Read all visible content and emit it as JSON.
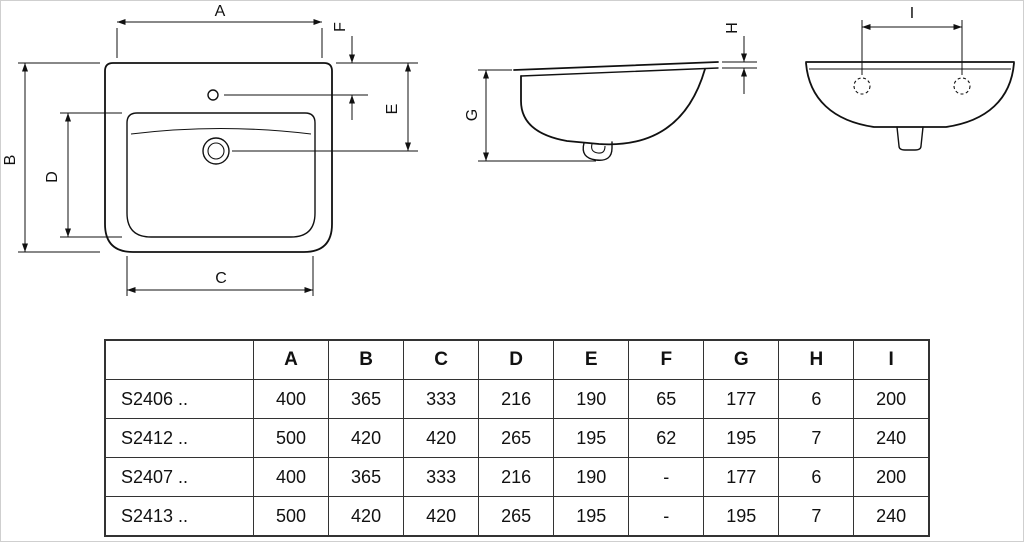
{
  "diagram": {
    "labels": {
      "A": "A",
      "B": "B",
      "C": "C",
      "D": "D",
      "E": "E",
      "F": "F",
      "G": "G",
      "H": "H",
      "I": "I"
    },
    "line_color": "#111111"
  },
  "table": {
    "headers": [
      "A",
      "B",
      "C",
      "D",
      "E",
      "F",
      "G",
      "H",
      "I"
    ],
    "rows": [
      {
        "model": "S2406 ..",
        "values": [
          400,
          365,
          333,
          216,
          190,
          "65",
          177,
          6,
          200
        ]
      },
      {
        "model": "S2412 ..",
        "values": [
          500,
          420,
          420,
          265,
          195,
          "62",
          195,
          7,
          240
        ]
      },
      {
        "model": "S2407 ..",
        "values": [
          400,
          365,
          333,
          216,
          190,
          "-",
          177,
          6,
          200
        ]
      },
      {
        "model": "S2413 ..",
        "values": [
          500,
          420,
          420,
          265,
          195,
          "-",
          195,
          7,
          240
        ]
      }
    ]
  }
}
